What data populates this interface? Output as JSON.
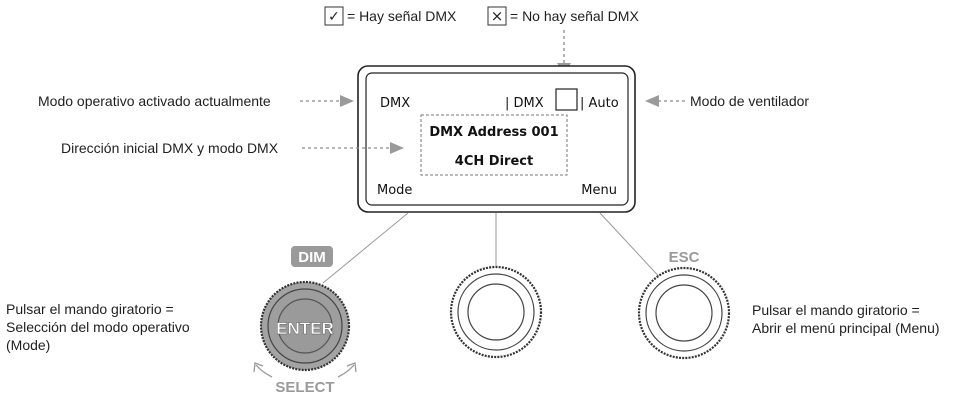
{
  "legend": {
    "check_symbol": "✓",
    "check_text": "= Hay señal DMX",
    "cross_symbol": "×",
    "cross_text": "= No hay señal DMX"
  },
  "display": {
    "mode_value": "DMX",
    "dmx_status": "| DMX",
    "fan_mode": "| Auto",
    "address_line": "DMX Address 001",
    "channel_mode": "4CH Direct",
    "left_softkey": "Mode",
    "right_softkey": "Menu"
  },
  "callouts": {
    "operating_mode": "Modo operativo activado actualmente",
    "start_address": "Dirección inicial DMX y modo DMX",
    "fan_mode": "Modo de ventilador"
  },
  "knobs": {
    "left_top_label": "DIM",
    "left_center_label": "ENTER",
    "left_bottom_label": "SELECT",
    "right_top_label": "ESC"
  },
  "notes": {
    "left": [
      "Pulsar el mando giratorio =",
      "Selección del modo operativo",
      "(Mode)"
    ],
    "right": [
      "Pulsar el mando giratorio =",
      "Abrir el menú principal (Menu)"
    ]
  },
  "colors": {
    "dashed_arrow": "#8a8a8a",
    "knob_gray": "#9b9b9b",
    "outline": "#222222"
  }
}
